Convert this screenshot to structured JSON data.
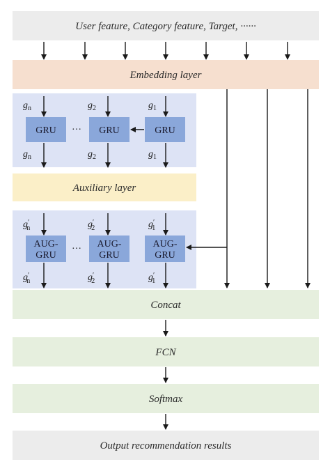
{
  "colors": {
    "input_band": "#ececec",
    "embedding_band": "#f6dfcf",
    "gru_panel": "#dde3f5",
    "gru_box": "#8aa7da",
    "auxiliary_band": "#fbefc8",
    "concat_band": "#e6efde",
    "output_band": "#ececec",
    "arrow": "#1a1a1a"
  },
  "layers": {
    "input": "User feature, Category feature, Target, ······",
    "embedding": "Embedding layer",
    "auxiliary": "Auxiliary layer",
    "concat": "Concat",
    "fcn": "FCN",
    "softmax": "Softmax",
    "output": "Output recommendation results"
  },
  "gru_row": {
    "cells": [
      {
        "label": "GRU",
        "in_base": "g",
        "in_sub": "n",
        "in_prime": "",
        "out_base": "g",
        "out_sub": "n",
        "out_prime": ""
      },
      {
        "label": "GRU",
        "in_base": "g",
        "in_sub": "2",
        "in_prime": "",
        "out_base": "g",
        "out_sub": "2",
        "out_prime": ""
      },
      {
        "label": "GRU",
        "in_base": "g",
        "in_sub": "1",
        "in_prime": "",
        "out_base": "g",
        "out_sub": "1",
        "out_prime": ""
      }
    ],
    "ellipsis": "···"
  },
  "aug_row": {
    "cells": [
      {
        "label_line1": "AUG-",
        "label_line2": "GRU",
        "in_base": "g",
        "in_sub": "n",
        "in_prime": "′",
        "out_base": "g",
        "out_sub": "n",
        "out_prime": "′"
      },
      {
        "label_line1": "AUG-",
        "label_line2": "GRU",
        "in_base": "g",
        "in_sub": "2",
        "in_prime": "′",
        "out_base": "g",
        "out_sub": "2",
        "out_prime": "′"
      },
      {
        "label_line1": "AUG-",
        "label_line2": "GRU",
        "in_base": "g",
        "in_sub": "1",
        "in_prime": "′",
        "out_base": "g",
        "out_sub": "1",
        "out_prime": "′"
      }
    ],
    "ellipsis": "···"
  }
}
